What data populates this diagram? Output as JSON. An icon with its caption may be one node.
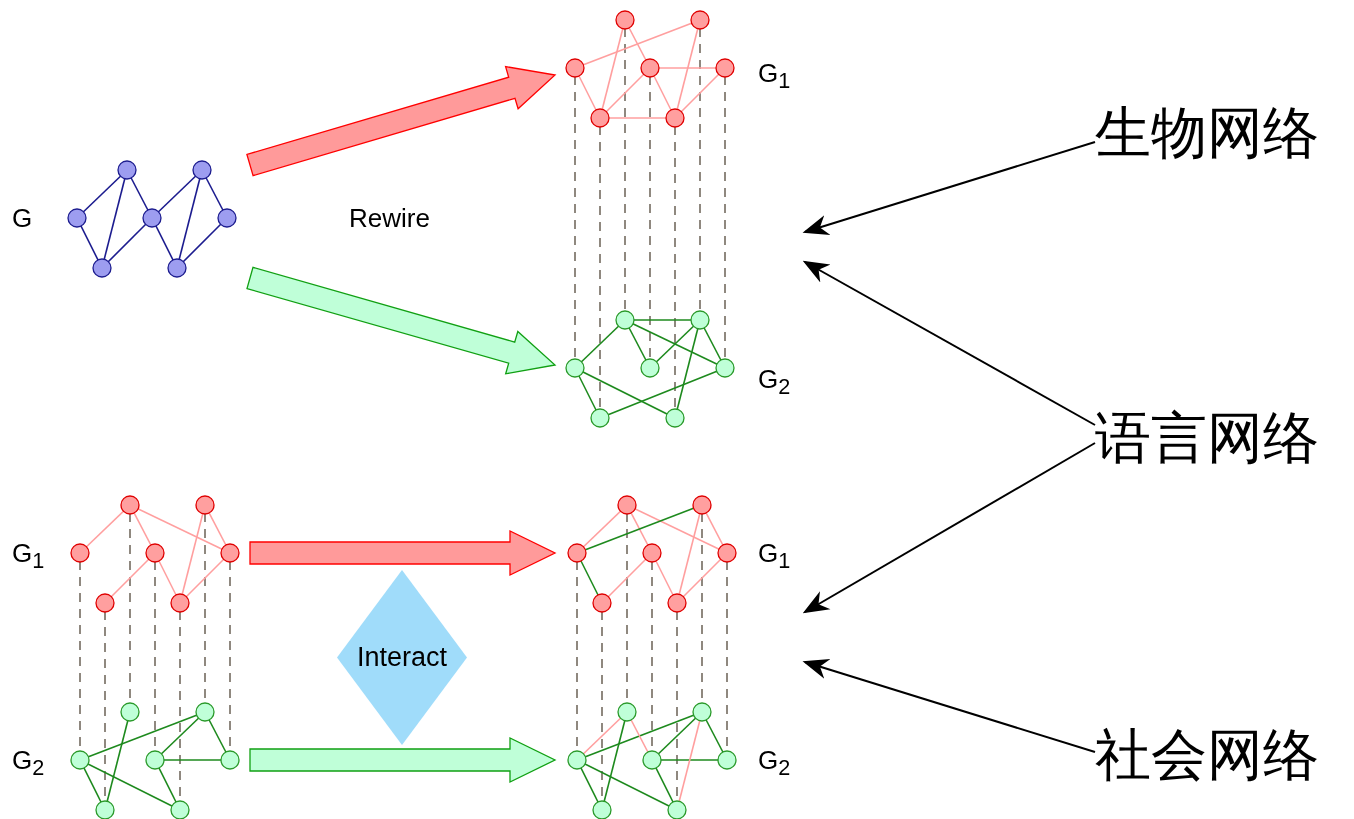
{
  "diagram": {
    "nodes": [
      {
        "text": [],
        "shape": "picture",
        "beside": [
          "G"
        ]
      },
      {
        "text": [],
        "shape": "picture",
        "beside": [
          "G$_{1}$",
          "G$_{2}$"
        ]
      },
      {
        "text": [],
        "shape": "picture",
        "beside": [
          "G$_{1}$",
          "G$_{2}$"
        ]
      },
      {
        "text": [],
        "shape": "picture",
        "beside": [
          "G$_{1}$",
          "G$_{2}$"
        ]
      },
      {
        "text": [
          "Interact"
        ]
      },
      {
        "text": [
          "生物网络"
        ]
      },
      {
        "text": [
          "语言网络"
        ]
      },
      {
        "text": [
          "社会网络"
        ]
      }
    ],
    "edges": [
      {
        "from": 0,
        "to": 1,
        "arrow": "to",
        "style": "thick",
        "color": "#ff9a9a"
      },
      {
        "from": 0,
        "to": 1,
        "arrow": "to",
        "style": "thick",
        "color": "#bfffd8"
      },
      {
        "from": 2,
        "to": 3,
        "arrow": "to",
        "style": "thick",
        "color": "#ff9a9a"
      },
      {
        "from": 2,
        "to": 3,
        "arrow": "to",
        "style": "thick",
        "color": "#bfffd8"
      },
      {
        "from": 5,
        "to": 1,
        "arrow": "to"
      },
      {
        "from": 6,
        "to": 1,
        "arrow": "to"
      },
      {
        "from": 6,
        "to": 3,
        "arrow": "to"
      },
      {
        "from": 7,
        "to": 3,
        "arrow": "to"
      }
    ],
    "labels": [
      "Rewire"
    ]
  }
}
